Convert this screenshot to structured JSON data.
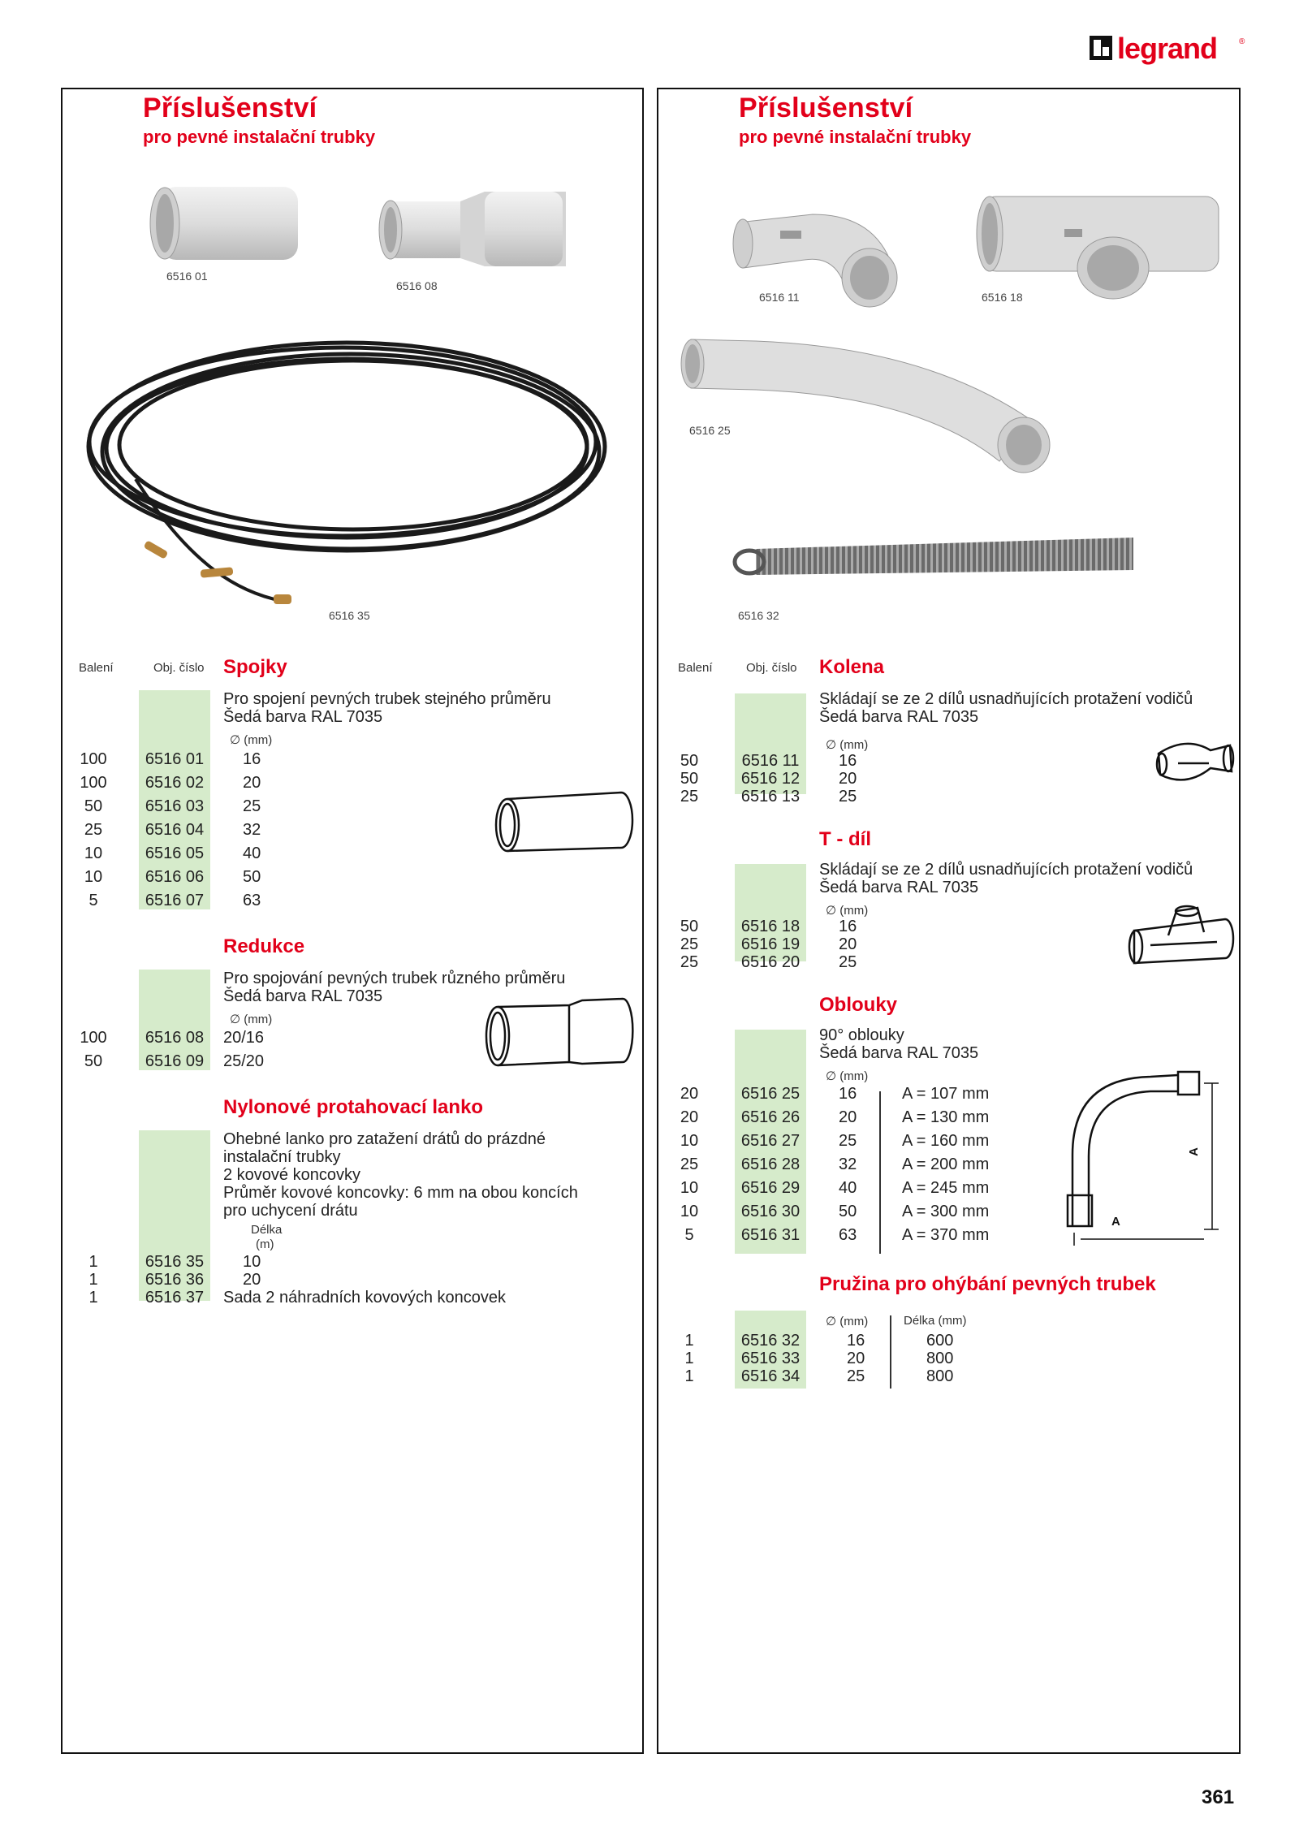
{
  "brand": {
    "name": "legrand"
  },
  "page_number": "361",
  "headers": {
    "left": {
      "title": "Příslušenství",
      "subtitle": "pro pevné instalační trubky"
    },
    "right": {
      "title": "Příslušenství",
      "subtitle": "pro pevné instalační trubky"
    }
  },
  "columns": {
    "qty": "Balení",
    "ref": "Obj. číslo"
  },
  "photo_captions": {
    "c1": "6516 01",
    "c2": "6516 08",
    "c3": "6516 35",
    "c4": "6516 11",
    "c5": "6516 18",
    "c6": "6516 25",
    "c7": "6516 32"
  },
  "diameter_label": "∅ (mm)",
  "length_label": "Délka (mm)",
  "spojky": {
    "title": "Spojky",
    "desc": [
      "Pro spojení pevných trubek stejného průměru",
      "Šedá barva RAL 7035"
    ],
    "rows": [
      {
        "q": "100",
        "r": "6516 01",
        "d": "16"
      },
      {
        "q": "100",
        "r": "6516 02",
        "d": "20"
      },
      {
        "q": "50",
        "r": "6516 03",
        "d": "25"
      },
      {
        "q": "25",
        "r": "6516 04",
        "d": "32"
      },
      {
        "q": "10",
        "r": "6516 05",
        "d": "40"
      },
      {
        "q": "10",
        "r": "6516 06",
        "d": "50"
      },
      {
        "q": "5",
        "r": "6516 07",
        "d": "63"
      }
    ]
  },
  "redukce": {
    "title": "Redukce",
    "desc": [
      "Pro spojování pevných trubek různého průměru",
      "Šedá barva RAL 7035"
    ],
    "rows": [
      {
        "q": "100",
        "r": "6516 08",
        "d": "20/16"
      },
      {
        "q": "50",
        "r": "6516 09",
        "d": "25/20"
      }
    ]
  },
  "lanko": {
    "title": "Nylonové protahovací lanko",
    "desc": [
      "Ohebné lanko pro zatažení drátů do prázdné",
      "instalační trubky",
      "2 kovové koncovky",
      "Průměr kovové koncovky: 6 mm na obou koncích",
      "pro uchycení drátu"
    ],
    "len_label_1": "Délka",
    "len_label_2": "(m)",
    "rows": [
      {
        "q": "1",
        "r": "6516 35",
        "d": "10"
      },
      {
        "q": "1",
        "r": "6516 36",
        "d": "20"
      },
      {
        "q": "1",
        "r": "6516 37",
        "d": "Sada 2 náhradních kovových koncovek"
      }
    ]
  },
  "kolena": {
    "title": "Kolena",
    "desc": [
      "Skládají se ze 2 dílů usnadňujících protažení vodičů",
      "Šedá barva RAL 7035"
    ],
    "rows": [
      {
        "q": "50",
        "r": "6516 11",
        "d": "16"
      },
      {
        "q": "50",
        "r": "6516 12",
        "d": "20"
      },
      {
        "q": "25",
        "r": "6516 13",
        "d": "25"
      }
    ]
  },
  "tdil": {
    "title": "T - díl",
    "desc": [
      "Skládají se ze 2 dílů usnadňujících protažení vodičů",
      "Šedá barva RAL 7035"
    ],
    "rows": [
      {
        "q": "50",
        "r": "6516 18",
        "d": "16"
      },
      {
        "q": "25",
        "r": "6516 19",
        "d": "20"
      },
      {
        "q": "25",
        "r": "6516 20",
        "d": "25"
      }
    ]
  },
  "oblouky": {
    "title": "Oblouky",
    "desc": [
      "90° oblouky",
      "Šedá barva RAL 7035"
    ],
    "dim_label": "A",
    "rows": [
      {
        "q": "20",
        "r": "6516 25",
        "d": "16",
        "a": "A = 107 mm"
      },
      {
        "q": "20",
        "r": "6516 26",
        "d": "20",
        "a": "A = 130 mm"
      },
      {
        "q": "10",
        "r": "6516 27",
        "d": "25",
        "a": "A = 160 mm"
      },
      {
        "q": "25",
        "r": "6516 28",
        "d": "32",
        "a": "A = 200 mm"
      },
      {
        "q": "10",
        "r": "6516 29",
        "d": "40",
        "a": "A = 245 mm"
      },
      {
        "q": "10",
        "r": "6516 30",
        "d": "50",
        "a": "A = 300 mm"
      },
      {
        "q": "5",
        "r": "6516 31",
        "d": "63",
        "a": "A = 370 mm"
      }
    ]
  },
  "pruzina": {
    "title": "Pružina pro ohýbání pevných trubek",
    "rows": [
      {
        "q": "1",
        "r": "6516 32",
        "d": "16",
        "l": "600"
      },
      {
        "q": "1",
        "r": "6516 33",
        "d": "20",
        "l": "800"
      },
      {
        "q": "1",
        "r": "6516 34",
        "d": "25",
        "l": "800"
      }
    ]
  }
}
